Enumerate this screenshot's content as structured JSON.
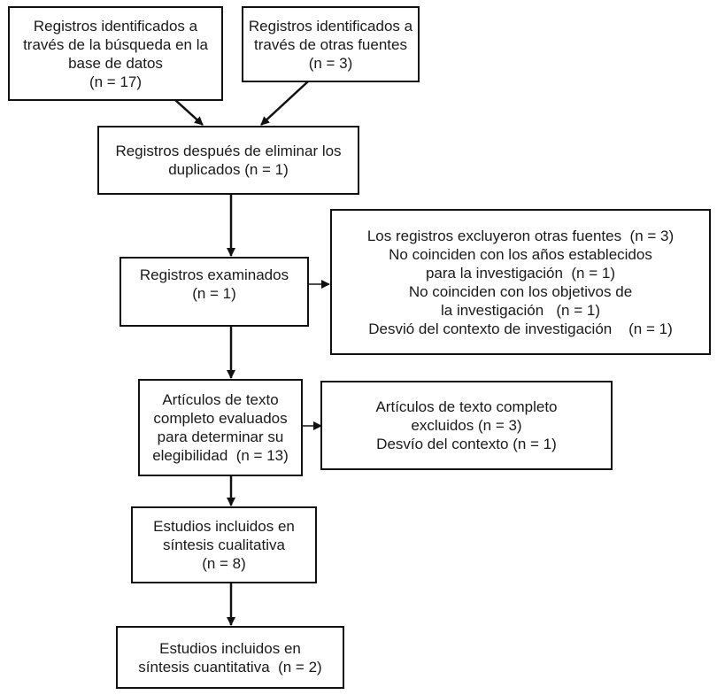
{
  "diagram": {
    "type": "PRISMA flow diagram",
    "boxes": {
      "db_search": {
        "lines": [
          "Registros identificados a",
          "través de la búsqueda en la",
          "base de datos",
          "(n = 17)"
        ]
      },
      "other_sources": {
        "lines": [
          "Registros identificados a",
          "través de otras fuentes",
          "(n = 3)"
        ]
      },
      "after_duplicates": {
        "lines": [
          "Registros después de eliminar los",
          "duplicados (n = 1)"
        ]
      },
      "screened": {
        "lines": [
          "Registros examinados",
          "(n = 1)"
        ]
      },
      "excluded_records": {
        "lines": [
          "Los registros excluyeron otras fuentes  (n = 3)",
          "No coinciden con los años establecidos",
          "para la investigación  (n = 1)",
          "No coinciden con los objetivos de",
          "la investigación   (n = 1)",
          "Desvió del contexto de investigación    (n = 1)"
        ]
      },
      "fulltext_assessed": {
        "lines": [
          "Artículos de texto",
          "completo evaluados",
          "para determinar su",
          "elegibilidad  (n = 13)"
        ]
      },
      "fulltext_excluded": {
        "lines": [
          "Artículos de texto completo",
          "excluidos (n = 3)",
          "Desvío del contexto (n = 1)"
        ]
      },
      "qualitative": {
        "lines": [
          "Estudios incluidos en",
          "síntesis cualitativa",
          "(n = 8)"
        ]
      },
      "quantitative": {
        "lines": [
          "Estudios incluidos en",
          "síntesis cuantitativa  (n = 2)"
        ]
      }
    },
    "edges": [
      {
        "from": "db_search",
        "to": "after_duplicates"
      },
      {
        "from": "other_sources",
        "to": "after_duplicates"
      },
      {
        "from": "after_duplicates",
        "to": "screened"
      },
      {
        "from": "screened",
        "to": "excluded_records"
      },
      {
        "from": "screened",
        "to": "fulltext_assessed"
      },
      {
        "from": "fulltext_assessed",
        "to": "fulltext_excluded"
      },
      {
        "from": "fulltext_assessed",
        "to": "qualitative"
      },
      {
        "from": "qualitative",
        "to": "quantitative"
      }
    ]
  }
}
